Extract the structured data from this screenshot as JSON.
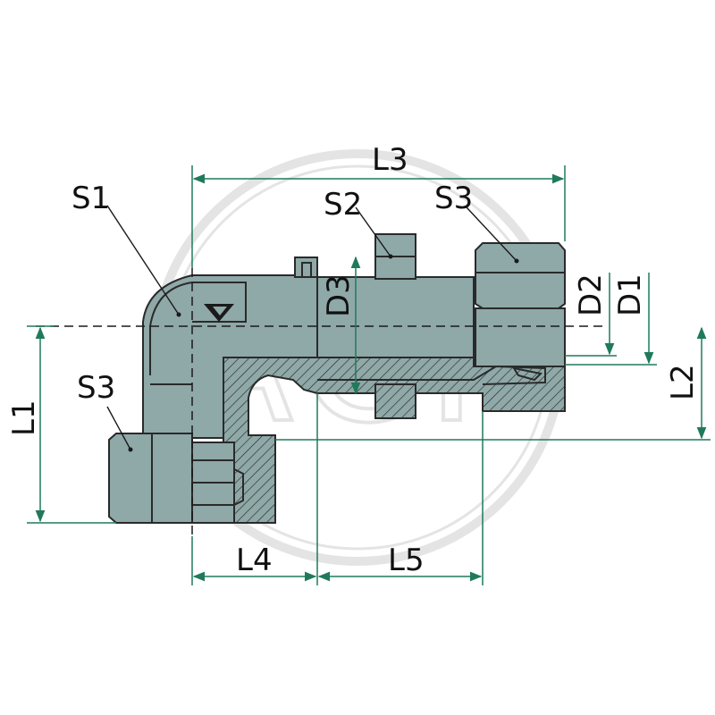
{
  "colors": {
    "part_fill": "#8fa8a8",
    "part_outline": "#2a2a2a",
    "dimension_line": "#1f7a5c",
    "watermark": "#e4e4e4",
    "background": "#ffffff"
  },
  "watermark": {
    "text": "ACP"
  },
  "labels": {
    "L1": "L1",
    "L2": "L2",
    "L3": "L3",
    "L4": "L4",
    "L5": "L5",
    "D1": "D1",
    "D2": "D2",
    "D3": "D3",
    "S1": "S1",
    "S2": "S2",
    "S3_top": "S3",
    "S3_left": "S3"
  },
  "icons": {
    "cone_mark": "triangle-cone-icon"
  }
}
